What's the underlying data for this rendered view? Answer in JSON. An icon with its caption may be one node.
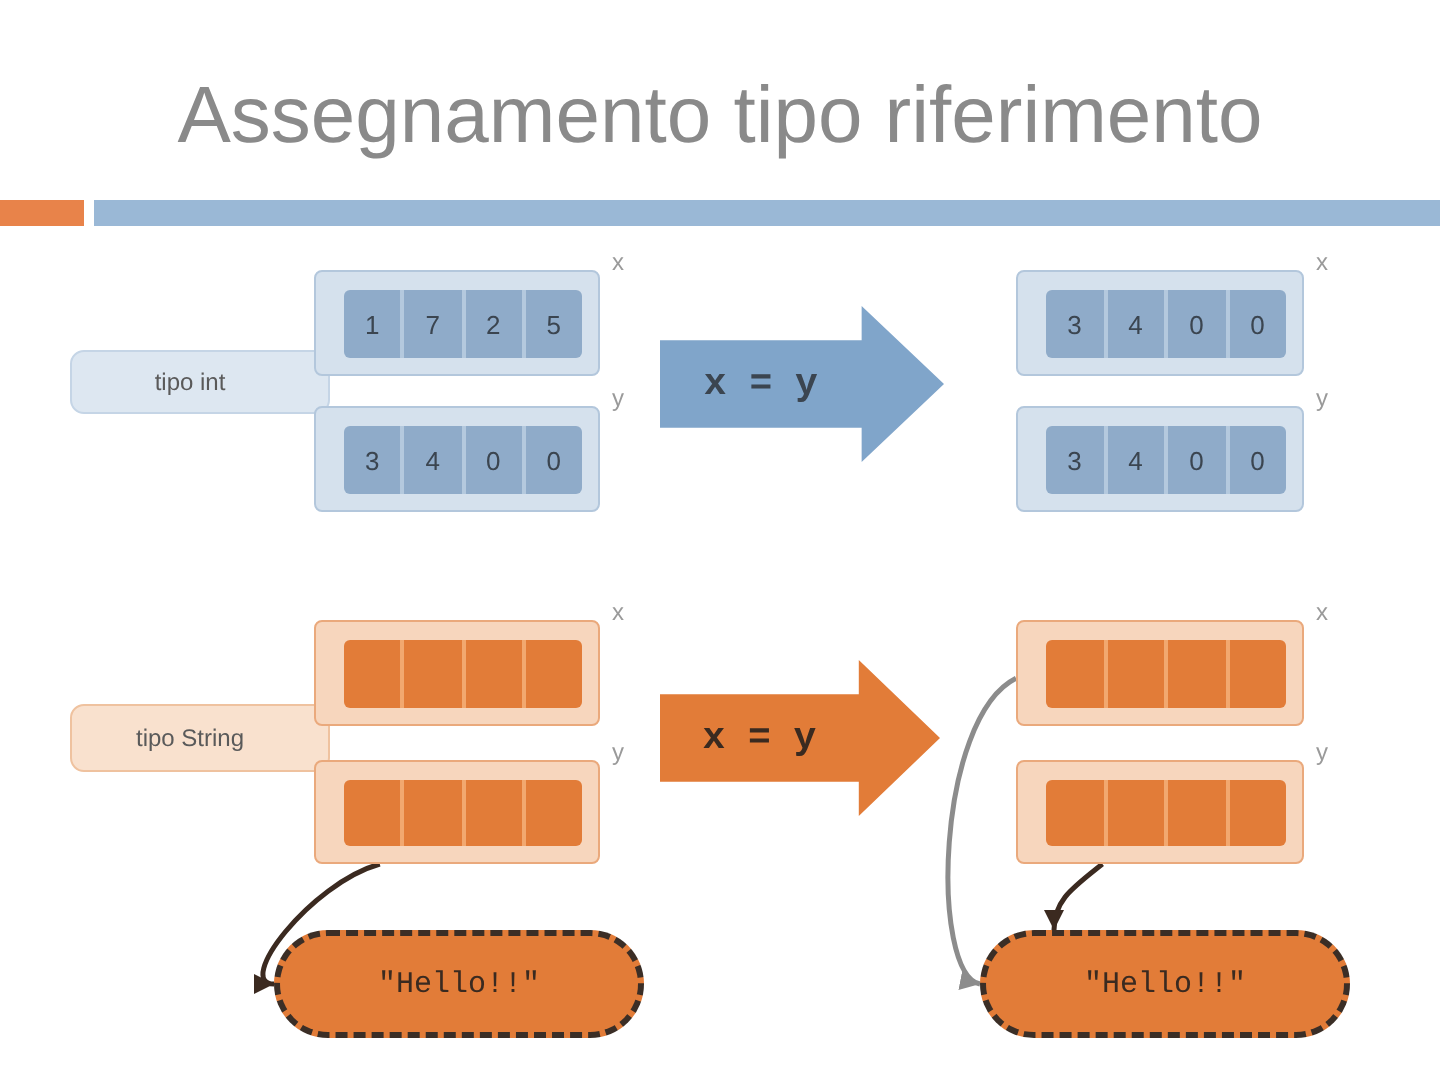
{
  "diagram": {
    "title": "Assegnamento tipo riferimento",
    "nodes": [
      {
        "text": [
          "tipo int"
        ]
      },
      {
        "text": [
          "1",
          "7",
          "2",
          "5"
        ],
        "beside": [
          "x"
        ]
      },
      {
        "text": [
          "3",
          "4",
          "0",
          "0"
        ],
        "beside": [
          "y"
        ]
      },
      {
        "text": [
          "x = y"
        ]
      },
      {
        "text": [
          "3",
          "4",
          "0",
          "0"
        ],
        "beside": [
          "x"
        ]
      },
      {
        "text": [
          "3",
          "4",
          "0",
          "0"
        ],
        "beside": [
          "y"
        ]
      },
      {
        "text": [
          "tipo String"
        ]
      },
      {
        "text": [],
        "shape": "box",
        "beside": [
          "x"
        ]
      },
      {
        "text": [],
        "shape": "box",
        "beside": [
          "y"
        ]
      },
      {
        "text": [
          "\"Hello!!\""
        ]
      },
      {
        "text": [
          "x = y"
        ]
      },
      {
        "text": [],
        "shape": "box",
        "beside": [
          "x"
        ]
      },
      {
        "text": [],
        "shape": "box",
        "beside": [
          "y"
        ]
      },
      {
        "text": [
          "\"Hello!!\""
        ]
      }
    ],
    "edges": [
      {
        "from": 8,
        "to": 9,
        "arrow": "to"
      },
      {
        "from": 11,
        "to": 13,
        "arrow": "to",
        "color": "#8c8c8c"
      },
      {
        "from": 12,
        "to": 13,
        "arrow": "to"
      }
    ]
  }
}
